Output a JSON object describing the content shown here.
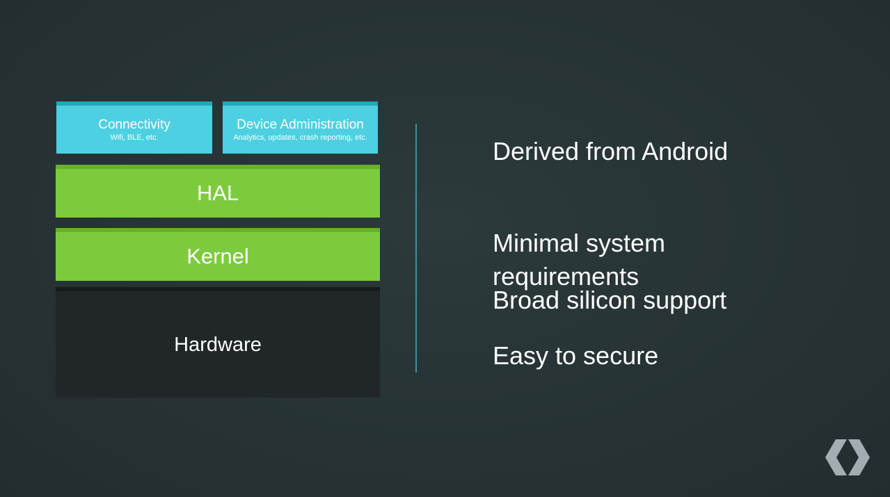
{
  "diagram": {
    "connectivity": {
      "title": "Connectivity",
      "subtitle": "Wifi, BLE, etc."
    },
    "device_admin": {
      "title": "Device Administration",
      "subtitle": "Analytics, updates, crash reporting, etc."
    },
    "hal": {
      "title": "HAL"
    },
    "kernel": {
      "title": "Kernel"
    },
    "hardware": {
      "title": "Hardware"
    }
  },
  "points": [
    {
      "text": "Derived from Android"
    },
    {
      "text": "Minimal system\nrequirements"
    },
    {
      "text": "Broad silicon support"
    },
    {
      "text": "Easy to secure"
    }
  ],
  "logo": {
    "icon": "google-developers-logo-icon",
    "color": "#cfd8dc"
  },
  "colors": {
    "background": "#263238",
    "cyan": "#4dd0e1",
    "green": "#7ccb3d",
    "hardware": "#212628",
    "divider": "#3f8fa3"
  }
}
